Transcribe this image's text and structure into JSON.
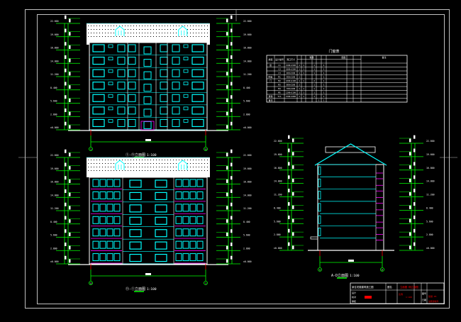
{
  "sheet": {
    "background": "#000000",
    "colors": {
      "frame": "#c0c0c0",
      "outline": "#ffffff",
      "window": "#00ffff",
      "dimension": "#00ff00",
      "balcony": "#ff00ff",
      "axis_marker": "#ff0000",
      "titleblock_red": "#ff0000"
    }
  },
  "views": [
    {
      "id": "front-elevation",
      "caption": "①-⑪立面图",
      "scale": "1:100",
      "floors": 7,
      "axis_start": "1",
      "axis_end": "11"
    },
    {
      "id": "rear-elevation",
      "caption": "⑪-①立面图",
      "scale": "1:100",
      "floors": 7,
      "axis_start": "11",
      "axis_end": "1"
    },
    {
      "id": "side-elevation",
      "caption": "A-D立面图",
      "scale": "1:100",
      "floors": 7,
      "axis_start": "A",
      "axis_end": "D"
    }
  ],
  "level_marks": [
    "±0.000",
    "2.800",
    "5.600",
    "8.400",
    "11.200",
    "14.000",
    "16.800",
    "19.600",
    "22.600"
  ],
  "door_window_table": {
    "title": "门窗表",
    "headers": [
      "类型",
      "设计编号",
      "洞口尺寸",
      "数量",
      "备注"
    ],
    "group_headers": [
      "数量",
      "图集"
    ],
    "rows": [
      {
        "type": "窗",
        "code": "C1",
        "size": "1500×1500",
        "counts": [
          "1",
          "1",
          "",
          "1",
          "",
          "1"
        ]
      },
      {
        "type": "",
        "code": "C2",
        "size": "1800×1500",
        "counts": [
          "1",
          "1",
          "",
          "1",
          "",
          "1"
        ]
      },
      {
        "type": "",
        "code": "C3",
        "size": "900×1500",
        "counts": [
          "1",
          "1",
          "",
          "1",
          "",
          "1"
        ]
      },
      {
        "type": "阳台",
        "code": "M1",
        "size": "900×2100",
        "counts": [
          "1",
          "",
          "",
          "",
          "",
          "1"
        ]
      },
      {
        "type": "门",
        "code": "M2",
        "size": "1000×2100",
        "counts": [
          "1",
          "1",
          "",
          "2",
          "",
          "1"
        ]
      },
      {
        "type": "",
        "code": "M3",
        "size": "800×2100",
        "counts": [
          "1",
          "",
          "",
          "1",
          "",
          "1"
        ]
      },
      {
        "type": "",
        "code": "M4",
        "size": "700×2100",
        "counts": [
          "1",
          "1",
          "",
          "1",
          "",
          "1"
        ]
      },
      {
        "type": "",
        "code": "M5",
        "size": "1200×2100",
        "counts": [
          "1",
          "1",
          "",
          "1",
          "",
          "1"
        ]
      },
      {
        "type": "其他",
        "code": "TC1",
        "size": "1500×1800",
        "counts": [
          "1",
          "1",
          "",
          "1",
          "",
          "1"
        ]
      },
      {
        "type": "备注",
        "code": "",
        "size": "",
        "counts": [
          "",
          "",
          "",
          "",
          "1",
          "1"
        ]
      }
    ]
  },
  "title_block": {
    "project": "某住宅楼建筑施工图",
    "sheet_label": "图名",
    "drawing_name": "立面图·侧立面图",
    "designer_label": "设计",
    "checker_label": "校对",
    "approver_label": "审核",
    "scale_label": "比例",
    "scale_value": "1:100",
    "sheet_no_label": "图号",
    "sheet_no": "建施-05",
    "date_label": "日期",
    "stamp": "注册建筑师"
  }
}
